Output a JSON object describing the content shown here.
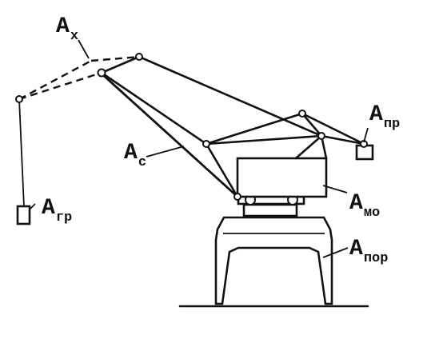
{
  "labels": {
    "counterweight_system": {
      "main": "A",
      "sub": "x"
    },
    "boom": {
      "main": "A",
      "sub": "c"
    },
    "load": {
      "main": "A",
      "sub": "гр"
    },
    "counterweight": {
      "main": "A",
      "sub": "пр"
    },
    "machinery": {
      "main": "A",
      "sub": "мо"
    },
    "portal": {
      "main": "A",
      "sub": "пор"
    }
  }
}
